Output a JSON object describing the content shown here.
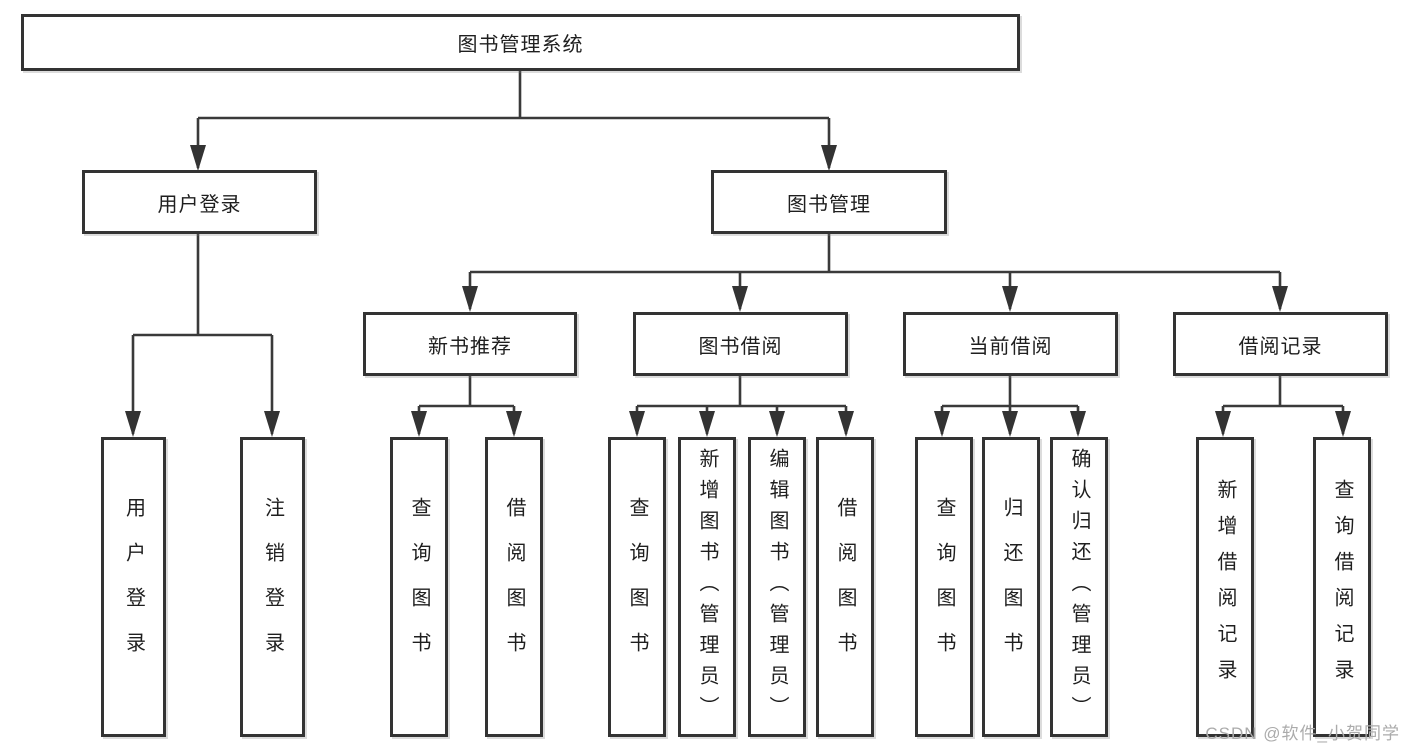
{
  "diagram": {
    "tree": {
      "label": "图书管理系统",
      "children": [
        {
          "label": "用户登录",
          "children": [
            {
              "label": "用户登录"
            },
            {
              "label": "注销登录"
            }
          ]
        },
        {
          "label": "图书管理",
          "children": [
            {
              "label": "新书推荐",
              "children": [
                {
                  "label": "查询图书"
                },
                {
                  "label": "借阅图书"
                }
              ]
            },
            {
              "label": "图书借阅",
              "children": [
                {
                  "label": "查询图书"
                },
                {
                  "label": "新增图书（管理员）"
                },
                {
                  "label": "编辑图书（管理员）"
                },
                {
                  "label": "借阅图书"
                }
              ]
            },
            {
              "label": "当前借阅",
              "children": [
                {
                  "label": "查询图书"
                },
                {
                  "label": "归还图书"
                },
                {
                  "label": "确认归还（管理员）"
                }
              ]
            },
            {
              "label": "借阅记录",
              "children": [
                {
                  "label": "新增借阅记录"
                },
                {
                  "label": "查询借阅记录"
                }
              ]
            }
          ]
        }
      ]
    }
  },
  "watermark": {
    "text": "CSDN @软件_小贺同学"
  },
  "colors": {
    "line": "#3a3a3a",
    "box_border": "#333333",
    "text": "#1f1f1f",
    "watermark": "#ababab",
    "background": "#ffffff"
  }
}
